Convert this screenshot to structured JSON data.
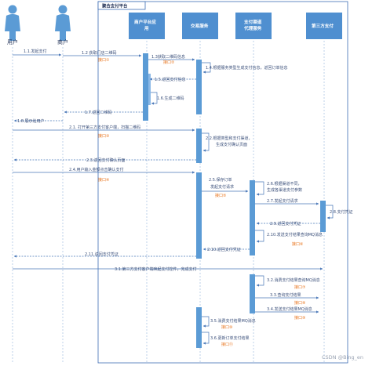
{
  "platform": {
    "title": "聚合支付平台"
  },
  "actors": {
    "user": "用户",
    "merchant": "商户"
  },
  "lanes": {
    "merchant_app": [
      "商户平台应",
      "用"
    ],
    "trade_service": [
      "交易服务"
    ],
    "channel_proxy": [
      "支付渠道",
      "代理服务"
    ],
    "third_party": [
      "第三方支付"
    ]
  },
  "messages": [
    {
      "id": "m1_1",
      "text": "1.1.发起支付"
    },
    {
      "id": "m1_2",
      "text": "1.2 获取门店二维码"
    },
    {
      "id": "m1_2t",
      "text": "接口①"
    },
    {
      "id": "m1_3",
      "text": "1.3获取二维码信息"
    },
    {
      "id": "m1_3t",
      "text": "接口②"
    },
    {
      "id": "m1_4",
      "text": "1.4.根据服务类型生成支付信息，返回订单信息"
    },
    {
      "id": "m1_5",
      "text": "1.5.返回支付信息"
    },
    {
      "id": "m1_6",
      "text": "1.6.生成二维码"
    },
    {
      "id": "m1_7",
      "text": "1.7.返回二维码"
    },
    {
      "id": "m1_8",
      "text": "1.8.展示给用户"
    },
    {
      "id": "m2_1",
      "text": "2.1. 打开第三方支付客户端，扫描二维码"
    },
    {
      "id": "m2_1t",
      "text": "接口③"
    },
    {
      "id": "m2_2a",
      "text": "2.2.根据类型和支付渠道，"
    },
    {
      "id": "m2_2b",
      "text": "生成支付确认页面"
    },
    {
      "id": "m2_3",
      "text": "2.3.返回支付确认页面"
    },
    {
      "id": "m2_4",
      "text": "2.4.用户输入金额点击确认支付"
    },
    {
      "id": "m2_4t",
      "text": "接口④"
    },
    {
      "id": "m2_5a",
      "text": "2.5.保存订单"
    },
    {
      "id": "m2_5b",
      "text": "发起支付请求"
    },
    {
      "id": "m2_5t",
      "text": "接口⑤"
    },
    {
      "id": "m2_6a",
      "text": "2.6.根据渠道不同，"
    },
    {
      "id": "m2_6b",
      "text": "生成各渠道支付参数"
    },
    {
      "id": "m2_7",
      "text": "2.7.发起支付请求"
    },
    {
      "id": "m2_8",
      "text": "2.8.支付凭证"
    },
    {
      "id": "m2_9",
      "text": "2.9.返回支付凭证"
    },
    {
      "id": "m2_10a",
      "text": "2.10.发送支付结果查询MQ消息"
    },
    {
      "id": "m2_10t",
      "text": "接口⑥"
    },
    {
      "id": "m2_10b",
      "text": "2.10.返回支付凭证"
    },
    {
      "id": "m2_11",
      "text": "2.11.返回支付凭证"
    },
    {
      "id": "m3_1",
      "text": "3.1.第三方支付客户端唤起支付控件，完成支付"
    },
    {
      "id": "m3_2",
      "text": "3.2.消费支付结果查询MQ消息"
    },
    {
      "id": "m3_2t",
      "text": "接口⑦"
    },
    {
      "id": "m3_3",
      "text": "3.3.查询支付结果"
    },
    {
      "id": "m3_3t",
      "text": "接口⑧"
    },
    {
      "id": "m3_4",
      "text": "3.4.发送支付结果MQ消息"
    },
    {
      "id": "m3_4t",
      "text": "接口⑨"
    },
    {
      "id": "m3_5",
      "text": "3.5.消费支付结果MQ消息"
    },
    {
      "id": "m3_5t",
      "text": "接口⑩"
    },
    {
      "id": "m3_6",
      "text": "3.6.更新订单支付结果"
    },
    {
      "id": "m3_6t",
      "text": "接口⑪"
    }
  ],
  "watermark": "CSDN @Bing_en",
  "colors": {
    "lane_header": "#4f8fd0",
    "activation": "#5b9bd5",
    "line": "#4a78b8",
    "tag": "#e8731a",
    "text": "#3a4f7a"
  }
}
